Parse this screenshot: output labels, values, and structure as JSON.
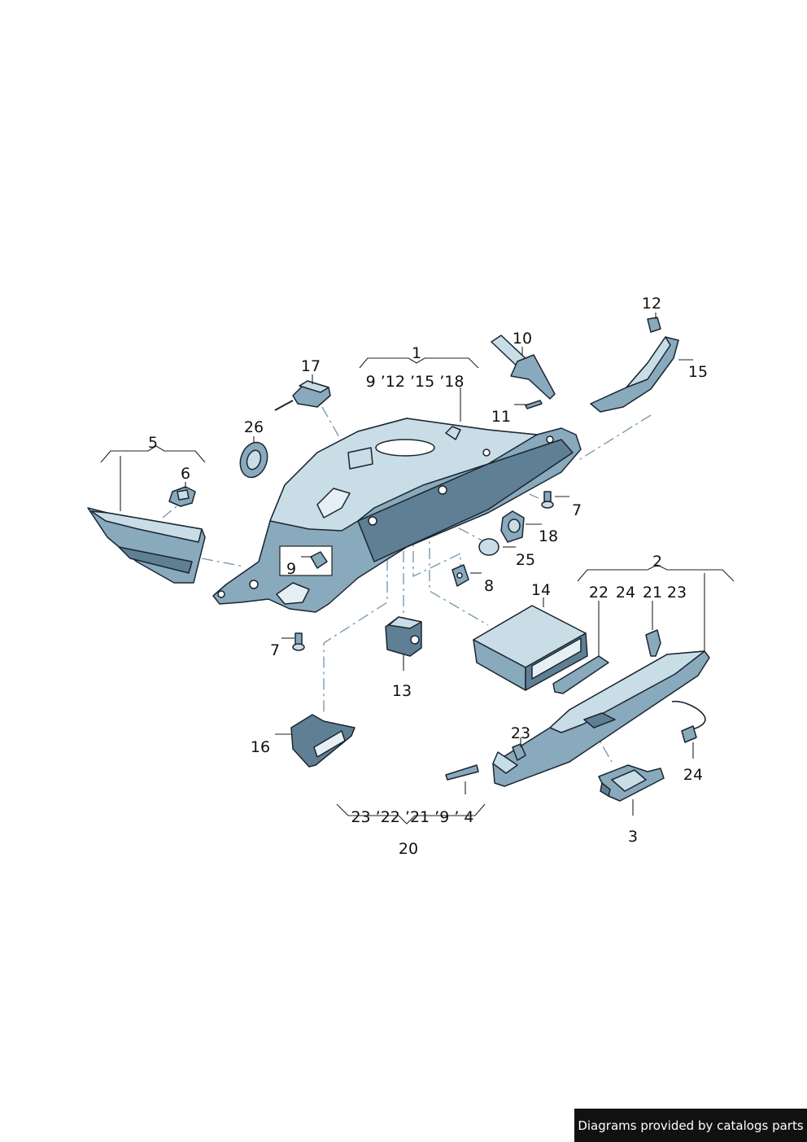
{
  "labels": {
    "l1": "1",
    "l1_sub": "9 ’12 ’15 ’18",
    "l2": "2",
    "l2_sub_a": "22",
    "l2_sub_b": "24",
    "l2_sub_c": "21",
    "l2_sub_d": "23",
    "l3": "3",
    "l5": "5",
    "l6": "6",
    "l7a": "7",
    "l7b": "7",
    "l8": "8",
    "l9": "9",
    "l10": "10",
    "l11": "11",
    "l12": "12",
    "l13": "13",
    "l14": "14",
    "l15": "15",
    "l16": "16",
    "l17": "17",
    "l18": "18",
    "l20": "20",
    "l20_sub": "23 ’22 ’21 ’9 ’  4",
    "l23": "23",
    "l24": "24",
    "l25": "25",
    "l26": "26"
  },
  "footer": {
    "credit": "Diagrams provided by catalogs parts"
  },
  "colors": {
    "part_dark": "#5f7f94",
    "part_mid": "#89a9bc",
    "part_light": "#c9dde7",
    "leader_dash": "#7d9bb0",
    "credit_bg": "#111111"
  }
}
